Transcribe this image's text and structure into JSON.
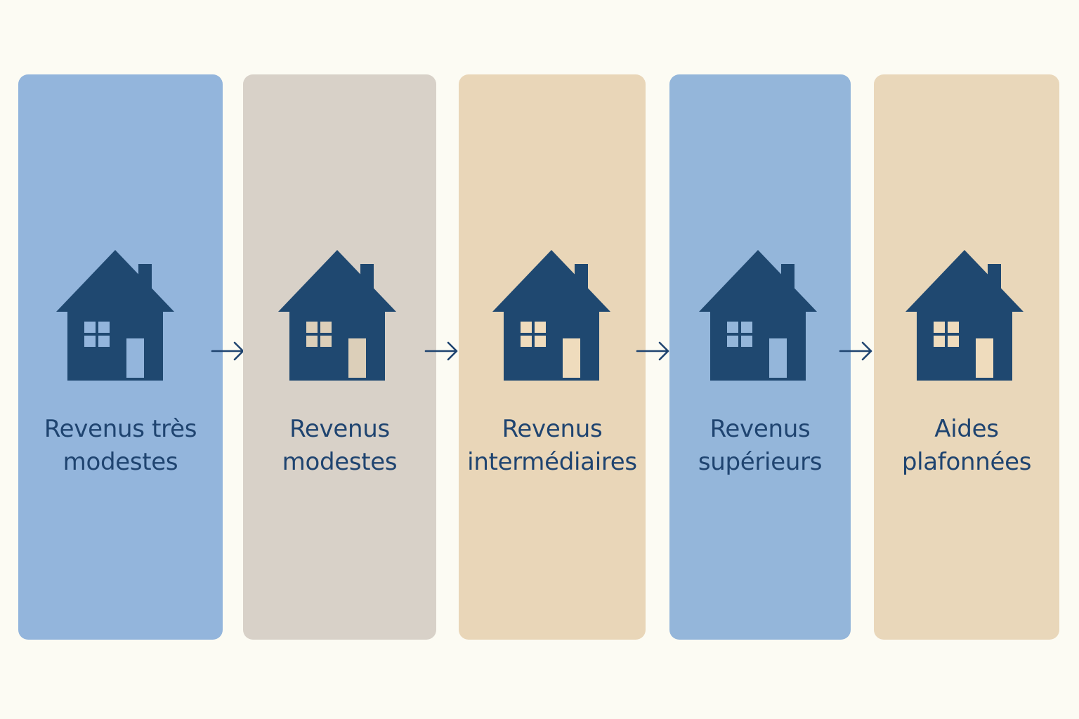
{
  "colors": {
    "background": "#fcfbf3",
    "house": "#1f4870",
    "text": "#1f4470",
    "arrow": "#1f4470"
  },
  "steps": [
    {
      "line1": "Revenus très",
      "line2": "modestes",
      "panel_color": "#93b5dc",
      "accent_color": "#93b5dc"
    },
    {
      "line1": "Revenus",
      "line2": "modestes",
      "panel_color": "#d8d1c8",
      "accent_color": "#dccfb9"
    },
    {
      "line1": "Revenus",
      "line2": "intermédiaires",
      "panel_color": "#e9d6b8",
      "accent_color": "#efdcbd"
    },
    {
      "line1": "Revenus",
      "line2": "supérieurs",
      "panel_color": "#94b6da",
      "accent_color": "#94b6da"
    },
    {
      "line1": "Aides",
      "line2": "plafonnées",
      "panel_color": "#e9d7ba",
      "accent_color": "#efdcbd"
    }
  ]
}
